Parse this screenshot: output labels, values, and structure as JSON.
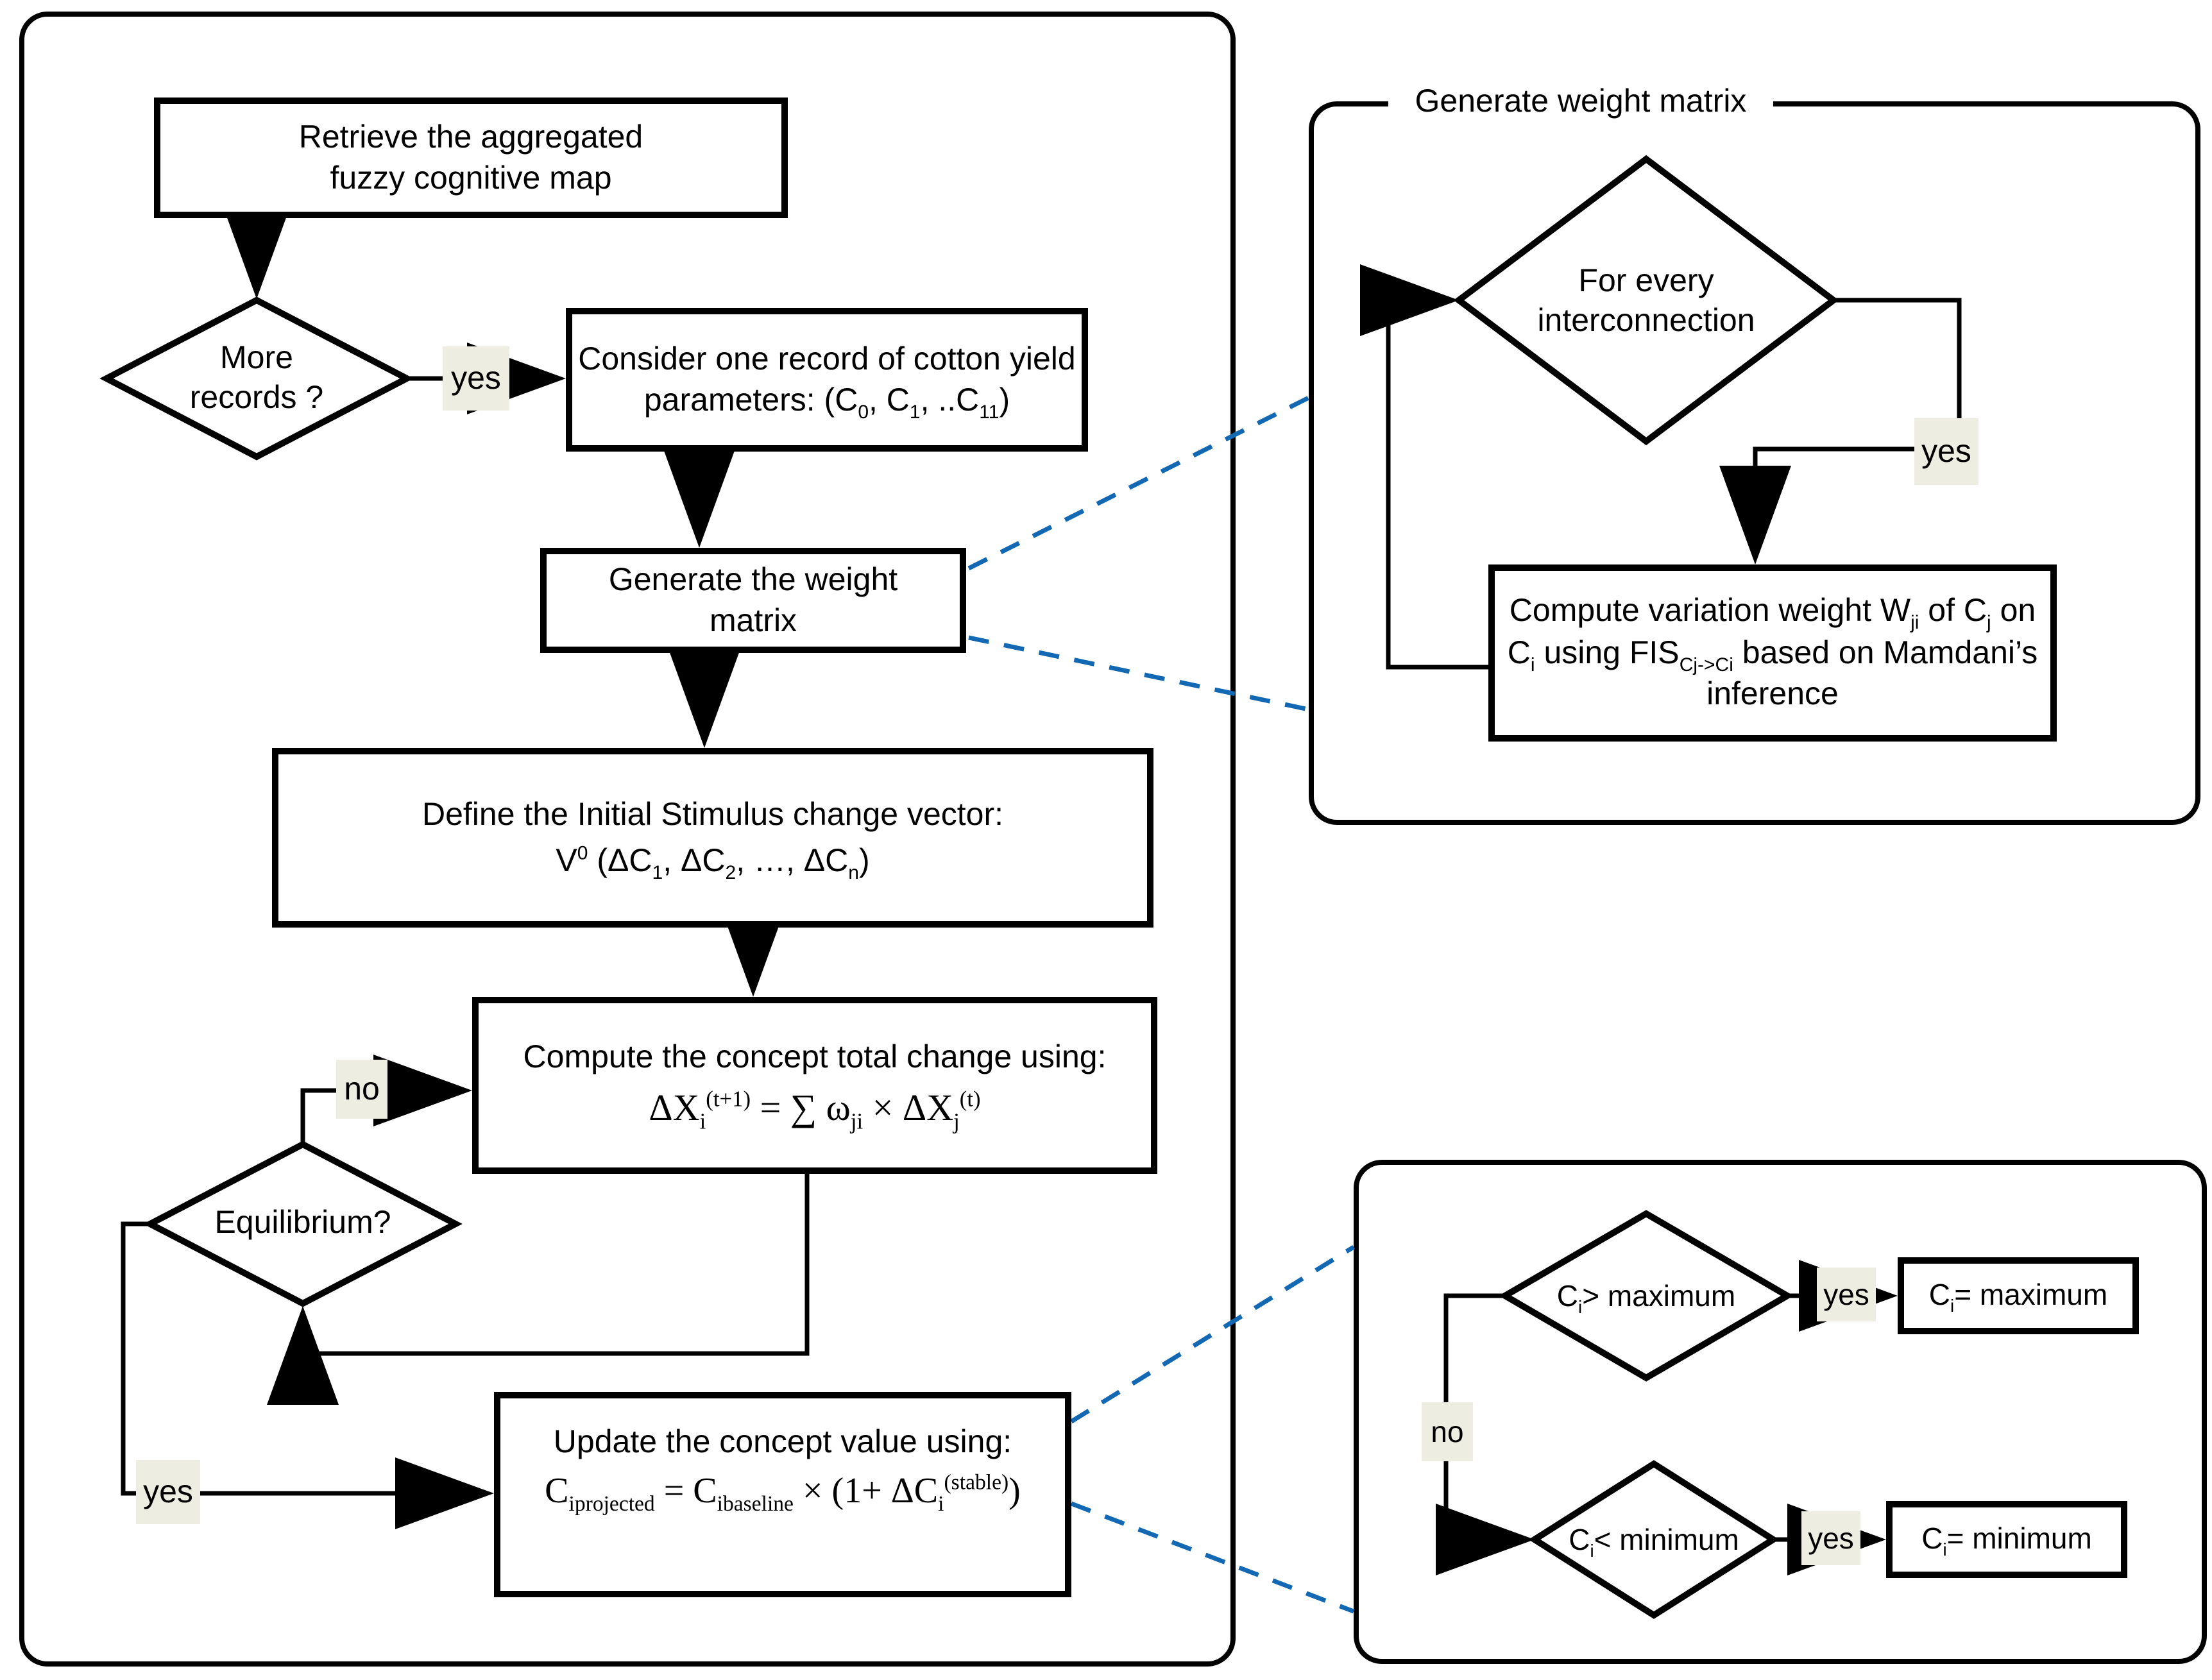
{
  "colors": {
    "ink": "#000000",
    "accent_blue": "#1268b3",
    "label_bg": "#eeede1"
  },
  "left_panel": {
    "retrieve": "Retrieve the aggregated fuzzy cognitive map",
    "more_records": "More records ?",
    "yes_more": "yes",
    "consider": "Consider one record of cotton yield parameters: (C_{0}, C_{1}, ..C_{11})",
    "generate": "Generate the weight matrix",
    "define_line1": "Define the Initial Stimulus change vector:",
    "define_line2": "V^{0} (ΔC_{1}, ΔC_{2}, …, ΔC_{n})",
    "compute_line1": "Compute the concept total change using:",
    "compute_line2": "ΔX_{i}^{(t+1)} =  ∑ ω_{ji} × ΔX_{j}^{(t)}",
    "equilibrium": "Equilibrium?",
    "no_equilibrium": "no",
    "yes_equilibrium": "yes",
    "update_line1": "Update the concept value using:",
    "update_line2": "C_{iprojected} = C_{ibaseline} × (1+ ΔC_{i}^{(stable)})"
  },
  "weight_panel": {
    "title": "Generate weight matrix",
    "for_every": "For every interconnection",
    "yes_label": "yes",
    "compute_weight": "Compute variation weight W_{ji} of C_{j} on C_{i} using FIS_{Cj->Ci} based on Mamdani’s inference"
  },
  "clamp_panel": {
    "gt_max": "C_{i}> maximum",
    "yes_max": "yes",
    "set_max": "C_{i}= maximum",
    "no_label": "no",
    "lt_min": "C_{i}< minimum",
    "yes_min": "yes",
    "set_min": "C_{i}= minimum"
  }
}
